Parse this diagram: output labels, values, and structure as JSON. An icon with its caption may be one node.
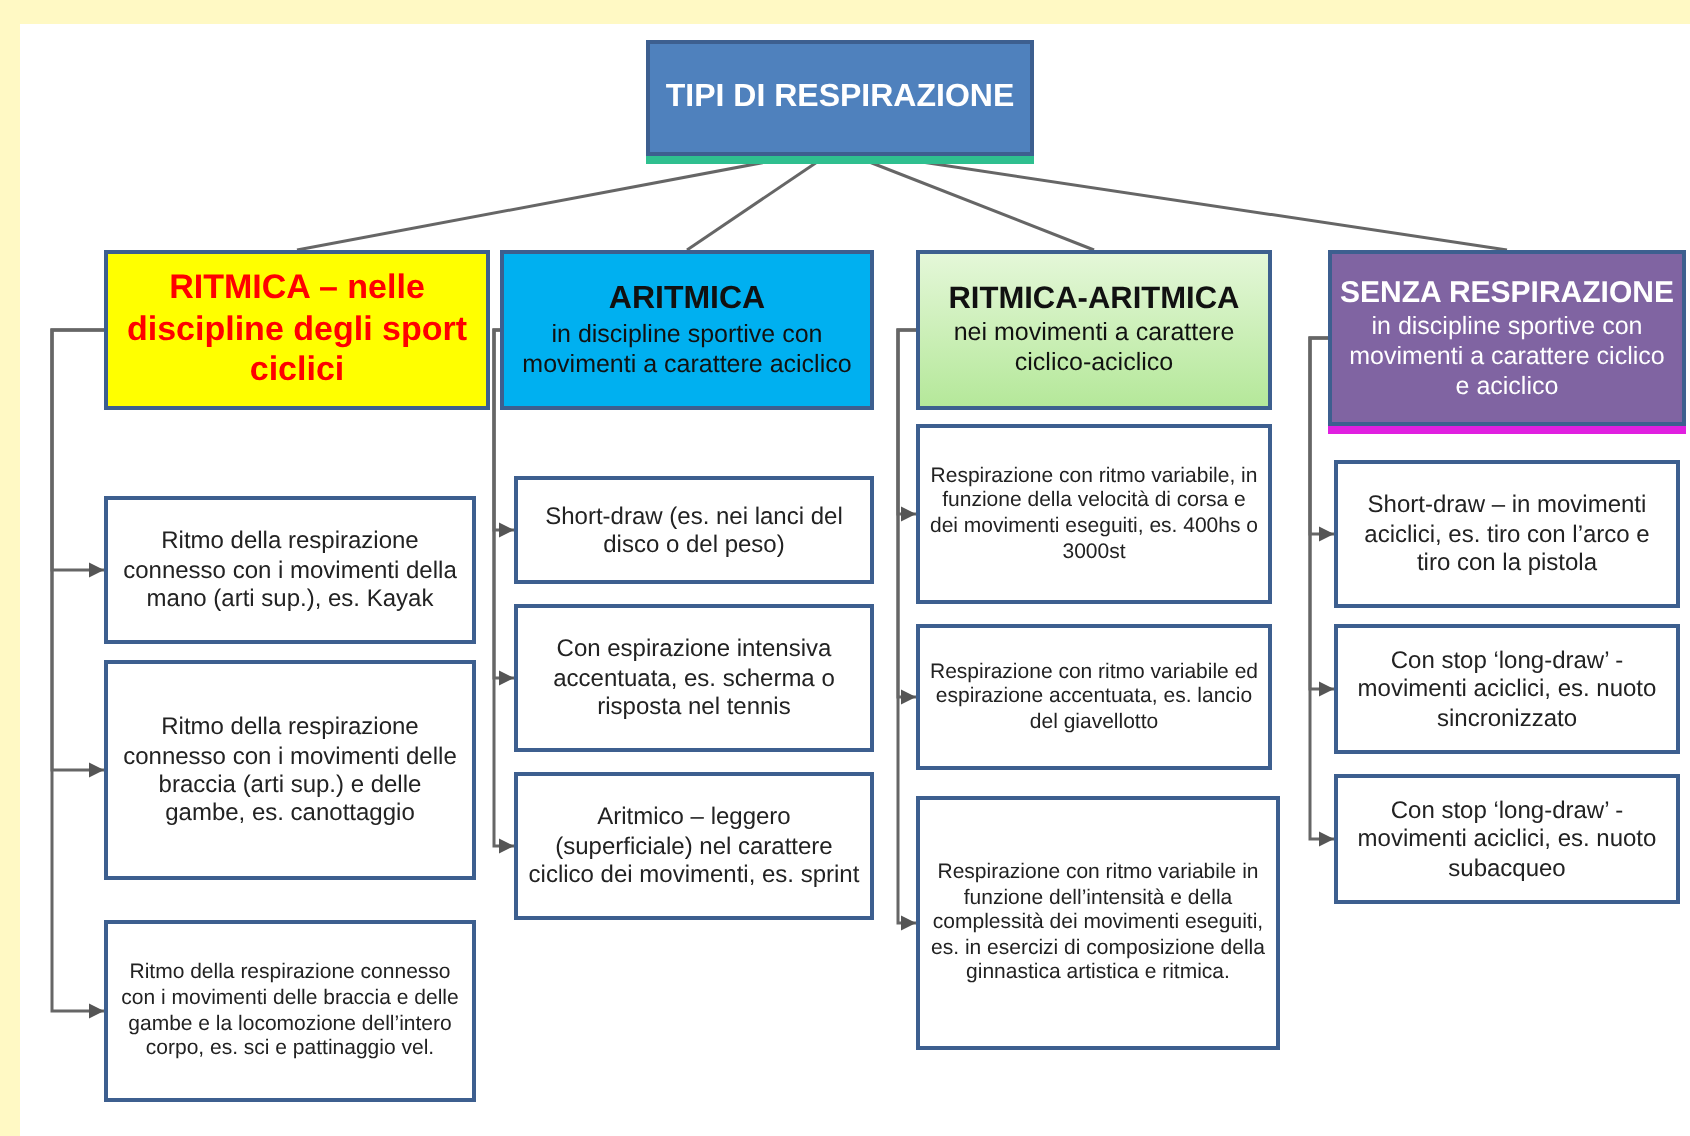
{
  "diagram": {
    "nodes": [
      {
        "text": [
          "TIPI DI RESPIRAZIONE"
        ]
      },
      {
        "text": [
          "RITMICA – nelle discipline degli sport ciclici"
        ]
      },
      {
        "text": [
          "ARITMICA",
          "in discipline sportive con movimenti a carattere aciclico"
        ]
      },
      {
        "text": [
          "RITMICA-ARITMICA",
          "nei movimenti a carattere ciclico-aciclico"
        ]
      },
      {
        "text": [
          "SENZA RESPIRAZIONE",
          "in discipline sportive con movimenti a carattere ciclico e aciclico"
        ]
      },
      {
        "text": [
          "Ritmo della respirazione connesso con i movimenti della mano (arti sup.), es. Kayak"
        ]
      },
      {
        "text": [
          "Ritmo della respirazione connesso con i movimenti delle braccia (arti sup.) e delle gambe, es. canottaggio"
        ]
      },
      {
        "text": [
          "Ritmo della respirazione connesso con i movimenti delle braccia e delle gambe e la locomozione dell’intero corpo, es. sci e pattinaggio vel."
        ]
      },
      {
        "text": [
          "Short-draw (es. nei lanci del disco o del peso)"
        ]
      },
      {
        "text": [
          "Con espirazione intensiva accentuata, es. scherma o risposta nel tennis"
        ]
      },
      {
        "text": [
          "Aritmico – leggero (superficiale) nel carattere ciclico dei movimenti, es. sprint"
        ]
      },
      {
        "text": [
          "Respirazione con ritmo variabile, in funzione della velocità di corsa e dei movimenti eseguiti, es. 400hs o 3000st"
        ]
      },
      {
        "text": [
          "Respirazione con ritmo variabile ed espirazione accentuata, es. lancio del giavellotto"
        ]
      },
      {
        "text": [
          "Respirazione con ritmo variabile in funzione dell’intensità e della complessità dei movimenti eseguiti, es. in esercizi di composizione della ginnastica artistica e ritmica."
        ]
      },
      {
        "text": [
          "Short-draw – in movimenti aciclici, es. tiro con l’arco e tiro con la pistola"
        ]
      },
      {
        "text": [
          "Con stop ‘long-draw’ - movimenti aciclici, es. nuoto sincronizzato"
        ]
      },
      {
        "text": [
          "Con stop ‘long-draw’ - movimenti aciclici, es. nuoto subacqueo"
        ]
      }
    ],
    "edges": [
      {
        "from": 0,
        "to": 1,
        "arrow": "none"
      },
      {
        "from": 0,
        "to": 2,
        "arrow": "none"
      },
      {
        "from": 0,
        "to": 3,
        "arrow": "none"
      },
      {
        "from": 0,
        "to": 4,
        "arrow": "none"
      },
      {
        "from": 1,
        "to": 5,
        "arrow": "to"
      },
      {
        "from": 1,
        "to": 6,
        "arrow": "to"
      },
      {
        "from": 1,
        "to": 7,
        "arrow": "to"
      },
      {
        "from": 2,
        "to": 8,
        "arrow": "to"
      },
      {
        "from": 2,
        "to": 9,
        "arrow": "to"
      },
      {
        "from": 2,
        "to": 10,
        "arrow": "to"
      },
      {
        "from": 3,
        "to": 11,
        "arrow": "to"
      },
      {
        "from": 3,
        "to": 12,
        "arrow": "to"
      },
      {
        "from": 3,
        "to": 13,
        "arrow": "to"
      },
      {
        "from": 4,
        "to": 14,
        "arrow": "to"
      },
      {
        "from": 4,
        "to": 15,
        "arrow": "to"
      },
      {
        "from": 4,
        "to": 16,
        "arrow": "to"
      }
    ]
  }
}
